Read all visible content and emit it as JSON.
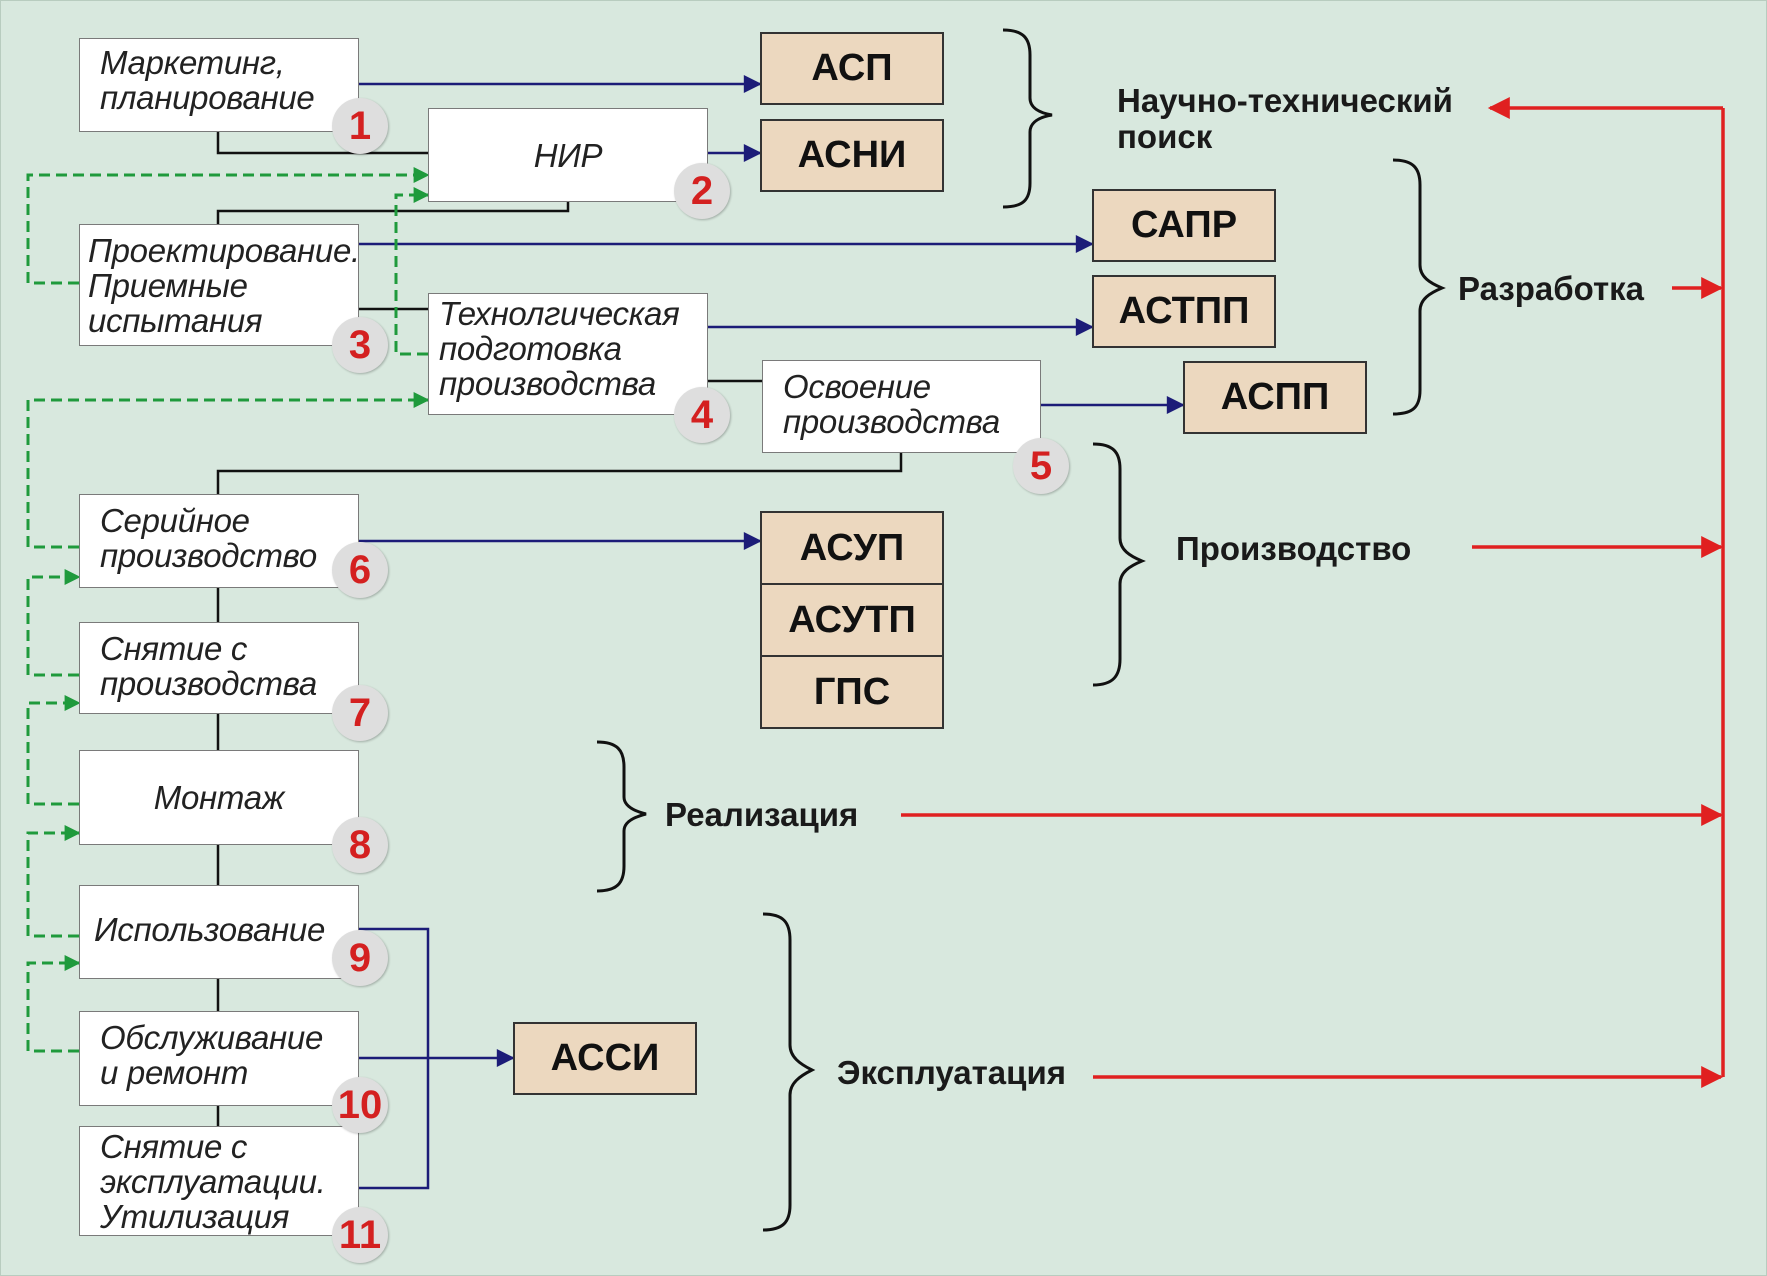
{
  "stages": [
    {
      "id": 1,
      "label": "Маркетинг,\nпланирование"
    },
    {
      "id": 2,
      "label": "НИР"
    },
    {
      "id": 3,
      "label": "Проектирование.\nПриемные\nиспытания"
    },
    {
      "id": 4,
      "label": "Технолгическая\nподготовка\nпроизводства"
    },
    {
      "id": 5,
      "label": "Освоение\nпроизводства"
    },
    {
      "id": 6,
      "label": "Серийное\nпроизводство"
    },
    {
      "id": 7,
      "label": "Снятие с\nпроизводства"
    },
    {
      "id": 8,
      "label": "Монтаж"
    },
    {
      "id": 9,
      "label": "Использование"
    },
    {
      "id": 10,
      "label": "Обслуживание\nи ремонт"
    },
    {
      "id": 11,
      "label": "Снятие с\nэксплуатации.\nУтилизация"
    }
  ],
  "badges": [
    "1",
    "2",
    "3",
    "4",
    "5",
    "6",
    "7",
    "8",
    "9",
    "10",
    "11"
  ],
  "systems": {
    "asp": "АСП",
    "asni": "АСНИ",
    "sapr": "САПР",
    "astpp": "АСТПП",
    "aspp": "АСПП",
    "asup": "АСУП",
    "asutp": "АСУТП",
    "gps": "ГПС",
    "assi": "АССИ"
  },
  "phases": {
    "search": "Научно-технический\nпоиск",
    "development": "Разработка",
    "production": "Производство",
    "realization": "Реализация",
    "operation": "Эксплуатация"
  },
  "colors": {
    "background": "#d8e8de",
    "system_fill": "#ecd8bf",
    "badge_number": "#d42020",
    "link_blue": "#1c1c78",
    "feedback_green": "#1f9a3c",
    "phase_red": "#e02020"
  }
}
